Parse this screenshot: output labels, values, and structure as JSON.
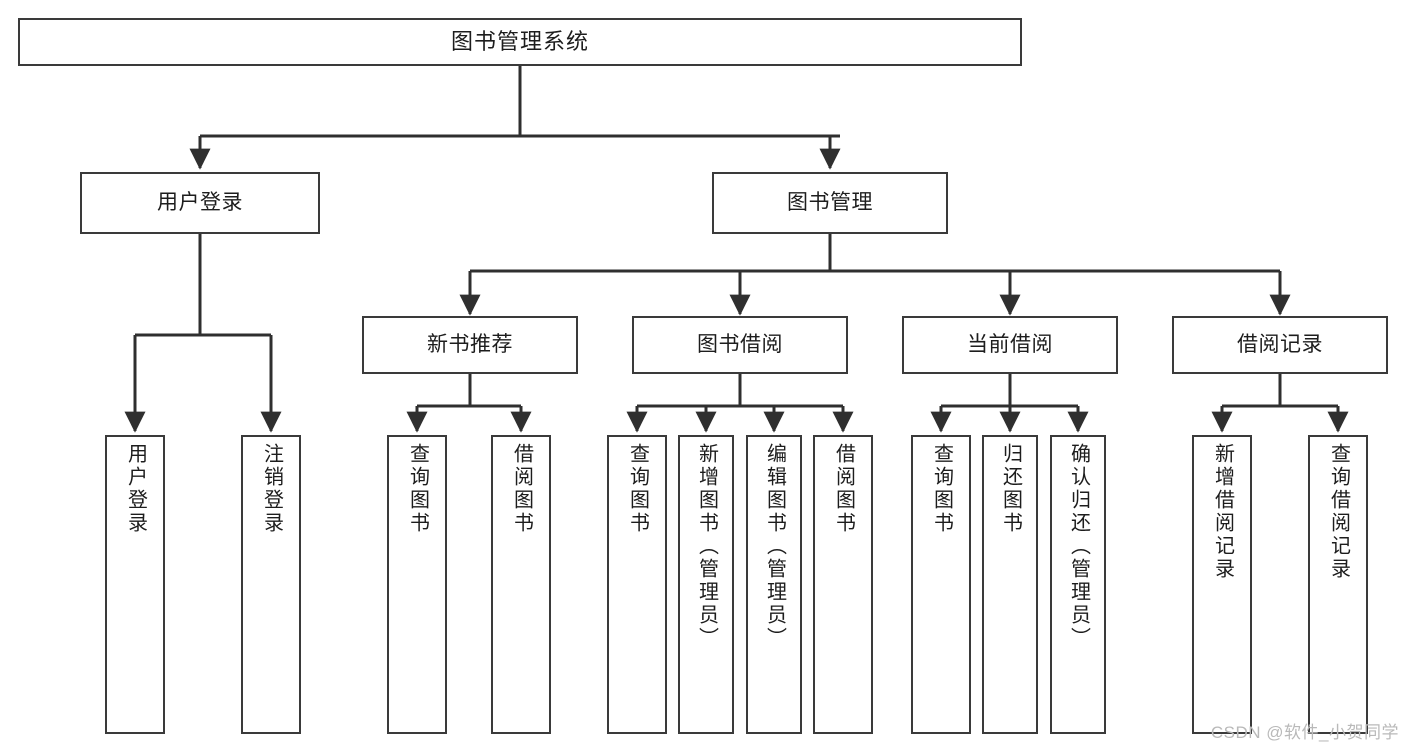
{
  "diagram": {
    "type": "tree-hierarchy",
    "title": "图书管理系统",
    "watermark": "CSDN @软件_小贺同学",
    "colors": {
      "background": "#ffffff",
      "box_border": "#3a3a3a",
      "box_fill": "#ffffff",
      "edge": "#2f2f2f",
      "text": "#1d1d1d",
      "watermark": "#b9b9b9"
    },
    "nodes": {
      "root": {
        "label": "图书管理系统"
      },
      "level1": [
        {
          "id": "user-login",
          "label": "用户登录"
        },
        {
          "id": "book-management",
          "label": "图书管理"
        }
      ],
      "level2": [
        {
          "id": "new-book-recommend",
          "label": "新书推荐"
        },
        {
          "id": "book-borrow",
          "label": "图书借阅"
        },
        {
          "id": "current-borrow",
          "label": "当前借阅"
        },
        {
          "id": "borrow-record",
          "label": "借阅记录"
        }
      ],
      "leaves": {
        "user_login": [
          {
            "id": "leaf-user-login",
            "label": "用户登录"
          },
          {
            "id": "leaf-logout-login",
            "label": "注销登录"
          }
        ],
        "new_book_recommend": [
          {
            "id": "leaf-query-book-1",
            "label": "查询图书"
          },
          {
            "id": "leaf-borrow-book-1",
            "label": "借阅图书"
          }
        ],
        "book_borrow": [
          {
            "id": "leaf-query-book-2",
            "label": "查询图书"
          },
          {
            "id": "leaf-add-book",
            "label": "新增图书（管理员）"
          },
          {
            "id": "leaf-edit-book",
            "label": "编辑图书（管理员）"
          },
          {
            "id": "leaf-borrow-book-2",
            "label": "借阅图书"
          }
        ],
        "current_borrow": [
          {
            "id": "leaf-query-book-3",
            "label": "查询图书"
          },
          {
            "id": "leaf-return-book",
            "label": "归还图书"
          },
          {
            "id": "leaf-confirm-return",
            "label": "确认归还（管理员）"
          }
        ],
        "borrow_record": [
          {
            "id": "leaf-add-record",
            "label": "新增借阅记录"
          },
          {
            "id": "leaf-query-record",
            "label": "查询借阅记录"
          }
        ]
      }
    }
  }
}
